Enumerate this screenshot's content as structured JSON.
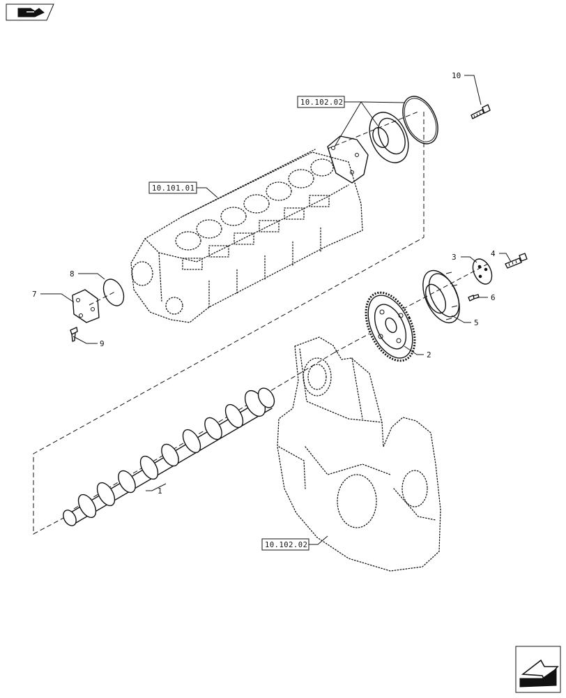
{
  "references": [
    {
      "id": "ref-top",
      "text": "10.102.02"
    },
    {
      "id": "ref-head",
      "text": "10.101.01"
    },
    {
      "id": "ref-bottom",
      "text": "10.102.02"
    }
  ],
  "callouts": [
    "1",
    "2",
    "3",
    "4",
    "5",
    "6",
    "7",
    "8",
    "9",
    "10"
  ],
  "icons": {
    "top_left": "book-forward-icon",
    "bottom_right": "next-page-arrow-icon"
  }
}
